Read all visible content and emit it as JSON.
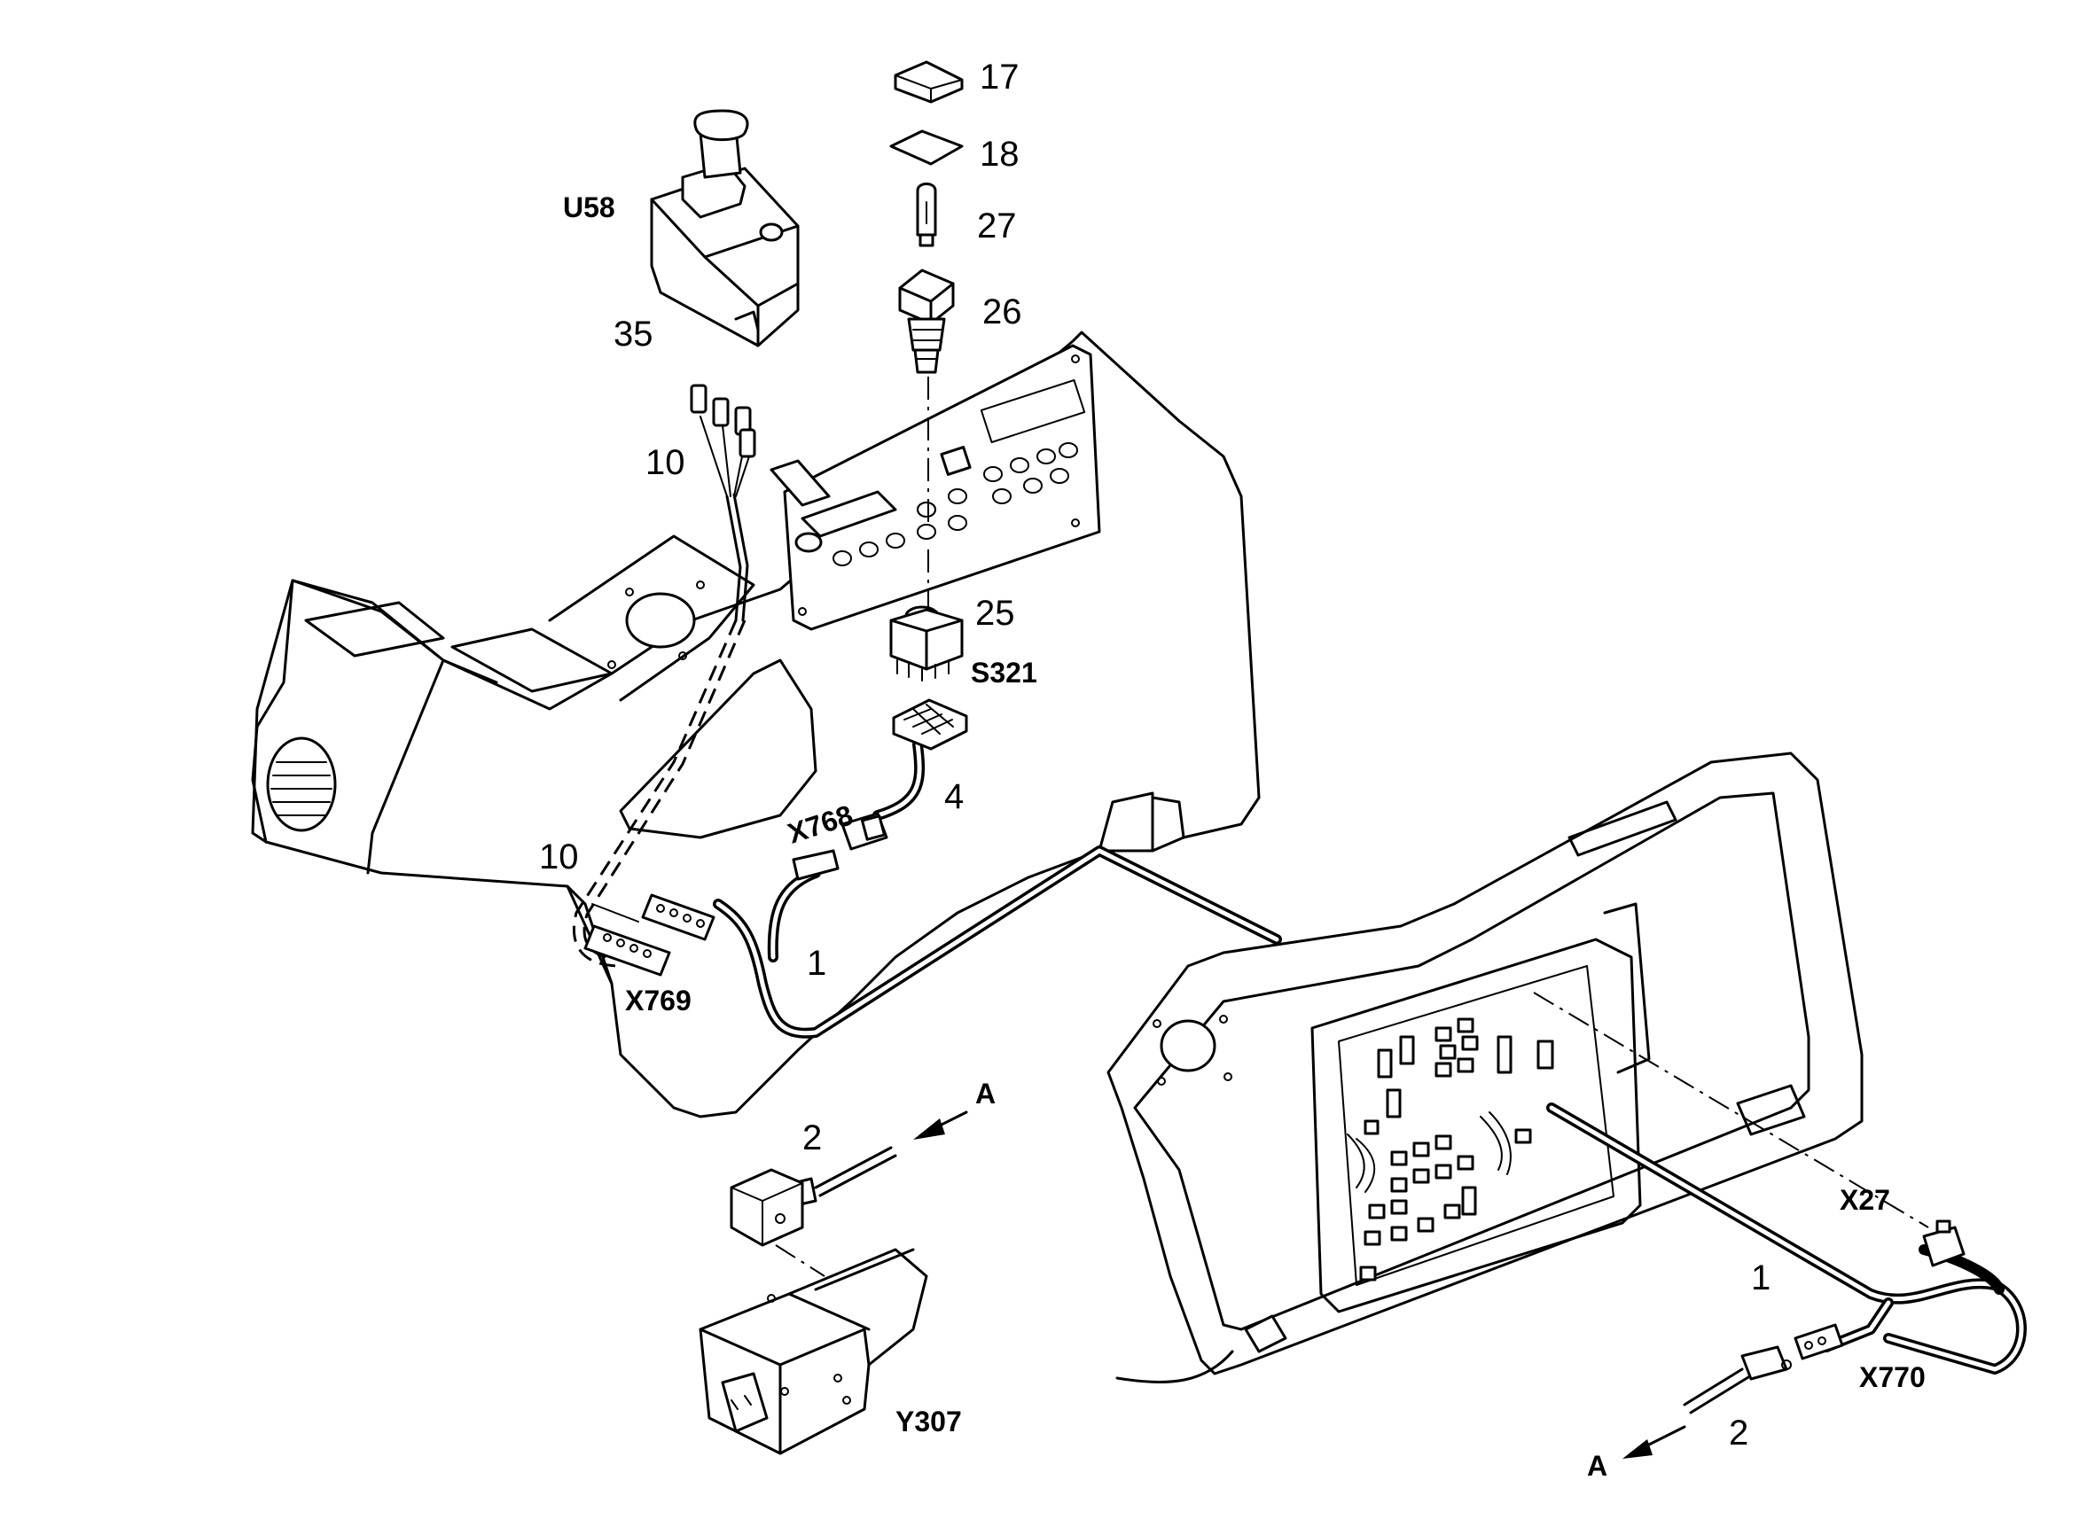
{
  "part_numbers": {
    "p17": "17",
    "p18": "18",
    "p27": "27",
    "p26": "26",
    "p35": "35",
    "p10_top": "10",
    "p25": "25",
    "p4": "4",
    "p10_bottom": "10",
    "p1_left": "1",
    "p2_left": "2",
    "p1_right": "1",
    "p2_right": "2"
  },
  "component_labels": {
    "u58": "U58",
    "s321": "S321",
    "x768": "X768",
    "x769": "X769",
    "y307": "Y307",
    "x27": "X27",
    "x770": "X770"
  },
  "view_markers": {
    "a_top": "A",
    "a_bottom": "A"
  }
}
